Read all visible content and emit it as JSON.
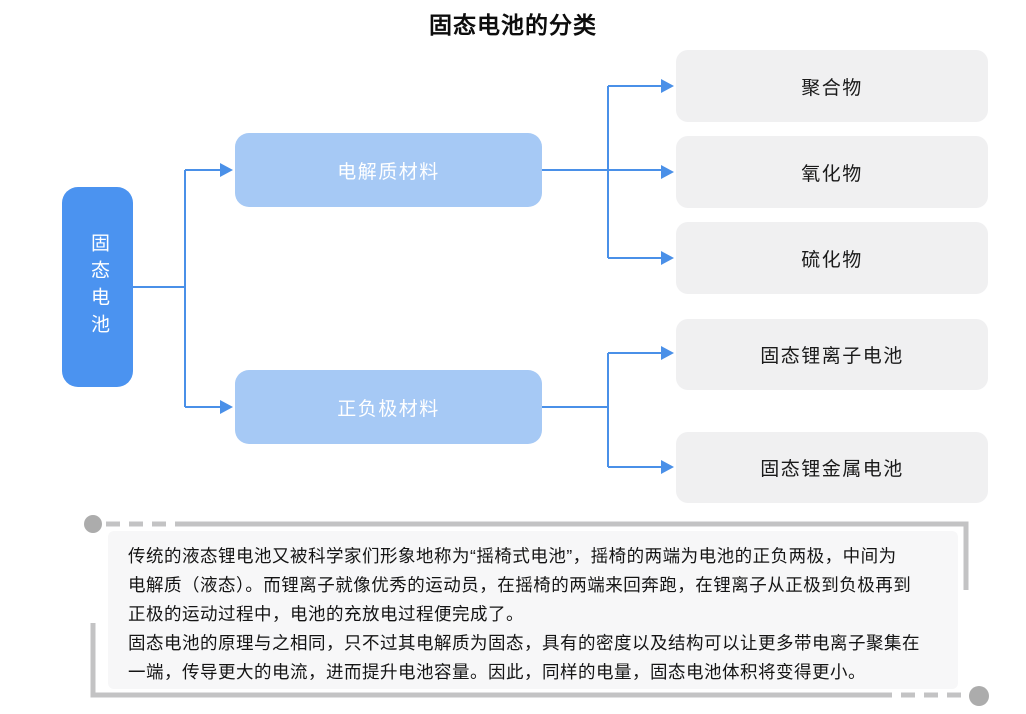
{
  "title": "固态电池的分类",
  "colors": {
    "root_fill": "#4b93f0",
    "branch_fill": "#a6c9f5",
    "leaf_fill": "#f0f0f1",
    "connector": "#4a90e8",
    "frame_line": "#c3c3c4",
    "frame_dot": "#acacac",
    "note_bg": "#f7f7f8"
  },
  "tree": {
    "root": {
      "label": "固态电池"
    },
    "branches": [
      {
        "label": "电解质材料",
        "children": [
          "聚合物",
          "氧化物",
          "硫化物"
        ]
      },
      {
        "label": "正负极材料",
        "children": [
          "固态锂离子电池",
          "固态锂金属电池"
        ]
      }
    ]
  },
  "note": {
    "paragraphs": [
      "传统的液态锂电池又被科学家们形象地称为“摇椅式电池”，摇椅的两端为电池的正负两极，中间为\n电解质（液态）。而锂离子就像优秀的运动员，在摇椅的两端来回奔跑，在锂离子从正极到负极再到\n正极的运动过程中，电池的充放电过程便完成了。",
      "固态电池的原理与之相同，只不过其电解质为固态，具有的密度以及结构可以让更多带电离子聚集在\n一端，传导更大的电流，进而提升电池容量。因此，同样的电量，固态电池体积将变得更小。"
    ]
  }
}
